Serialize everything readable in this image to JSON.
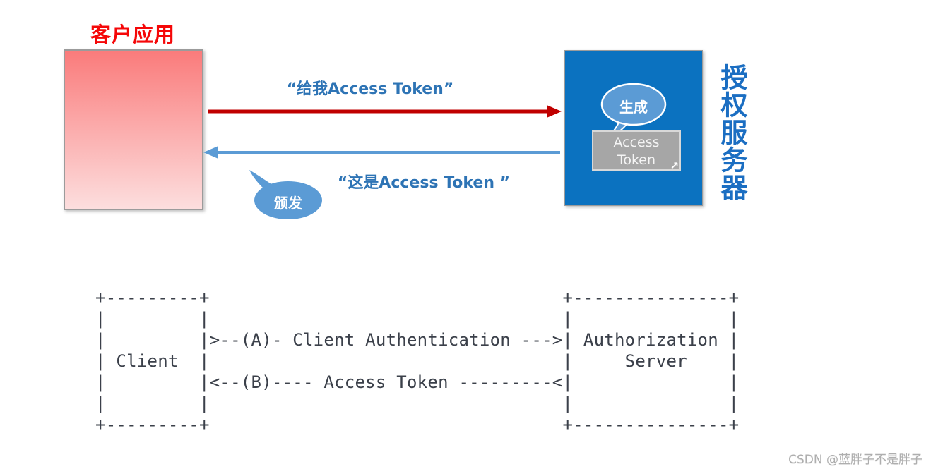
{
  "colors": {
    "title-red": "#f50708",
    "pink-top": "#fa7b7b",
    "pink-bottom": "#fcdede",
    "box-border": "#9b9b9b",
    "blue-box": "#0b72c0",
    "bubble-blue": "#5b9bd5",
    "red-arrow": "#c00000",
    "label-blue": "#2e74b5",
    "server-label-blue": "#1b6ec2",
    "gray-box": "#a6a6a6",
    "gray-box-border": "#d8d8d8",
    "ascii-text": "#3b404a",
    "watermark-gray": "#aeaeae"
  },
  "client": {
    "title": "客户应用"
  },
  "server": {
    "label": "授权服务器",
    "generate_bubble": "生成",
    "token_box": "Access Token",
    "corner_icon": "↗"
  },
  "arrows": {
    "request_label": "“给我Access Token”",
    "response_label": "“这是Access Token ”",
    "issue_bubble": "颁发"
  },
  "ascii": {
    "text": "+---------+                                  +---------------+\n|         |                                  |               |\n|         |>--(A)- Client Authentication --->| Authorization |\n| Client  |                                  |     Server    |\n|         |<--(B)---- Access Token ---------<|               |\n|         |                                  |               |\n+---------+                                  +---------------+"
  },
  "watermark": "CSDN @蓝胖子不是胖子"
}
